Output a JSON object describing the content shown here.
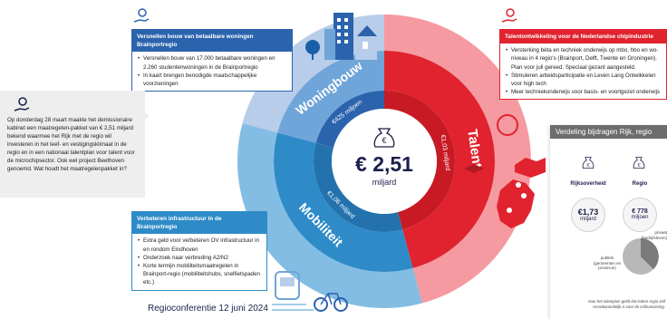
{
  "colors": {
    "blue_dark": "#2b63ad",
    "blue_light": "#6fa5d8",
    "blue_pale": "#b7cdea",
    "red": "#e0232e",
    "red_light": "#f59aa0",
    "teal": "#2e8bc8",
    "teal_light": "#84bde4",
    "navy": "#1b1f4a"
  },
  "wheel": {
    "center_amount": "€ 2,51",
    "center_label": "miljard",
    "segments": [
      {
        "label": "Woningbouw",
        "amount": "€425",
        "unit": "miljoen"
      },
      {
        "label": "Talent",
        "amount": "€1,03",
        "unit": "miljard"
      },
      {
        "label": "Mobiliteit",
        "amount": "€1,06",
        "unit": "miljard"
      }
    ]
  },
  "box_woning": {
    "title": "Versnellen bouw van betaalbare woningen Brainportregio",
    "items": [
      "Versnellen bouw van 17.000 betaalbare woningen en 2.260 studentenwoningen in de Brainportregio",
      "In kaart brengen benodigde maatschappelijke voorzieningen"
    ]
  },
  "box_talent": {
    "title": "Talentontwikkeling voor de Nederlandse chipindustrie",
    "items": [
      "Versterking bèta en techniek onderwijs op mbo, hbo en wo-niveau in 4 regio's (Brainport, Delft, Twente en Groningen). Plan voor juli gereed. Speciaal gezant aangesteld.",
      "Stimuleren arbeidsparticipatie en Leven Lang Ontwikkelen voor high tech",
      "Meer techniekonderwijs voor basis- en voortgezet onderwijs"
    ]
  },
  "box_infra": {
    "title": "Verbeteren infrastructuur in de Brainportregio",
    "items": [
      "Extra geld voor verbeteren OV infrastructuur in en rondom Eindhoven",
      "Onderzoek naar verbreding A2/N2",
      "Korte termijn mobiliteitsmaatregelen in Brainport-regio (mobiliteitshubs, snelfietspaden etc.)"
    ]
  },
  "quote": {
    "text": "Op donderdag 28 maart maakte het demissionaire kabinet een maatregelen-pakket van € 2,51 miljard bekend waarmee het Rijk met de regio wil investeren in het leef- en vestigingsklimaat in de regio en in een nationaal talentplan voor talent voor de microchipsector. Ook wel project Beethoven genoemd. Wat houdt het maatregelenpakket in?"
  },
  "footer": {
    "text": "Regioconferentie 12 juni 2024"
  },
  "panel": {
    "title": "Verdeling bijdragen Rijk, regio",
    "col1_label": "Rijksoverheid",
    "col2_label": "Regio",
    "col1_amount": "€1,73",
    "col1_unit": "miljard",
    "col2_amount": "€ 778",
    "col2_unit": "miljoen",
    "pie_label_private": "privaat (bedrijfsleven)",
    "pie_label_public": "publiek (gemeenten en provincie)",
    "note": "Voor het talentplan geldt dat iedere regio zelf verantwoordelijk is voor de cofinanciering."
  }
}
